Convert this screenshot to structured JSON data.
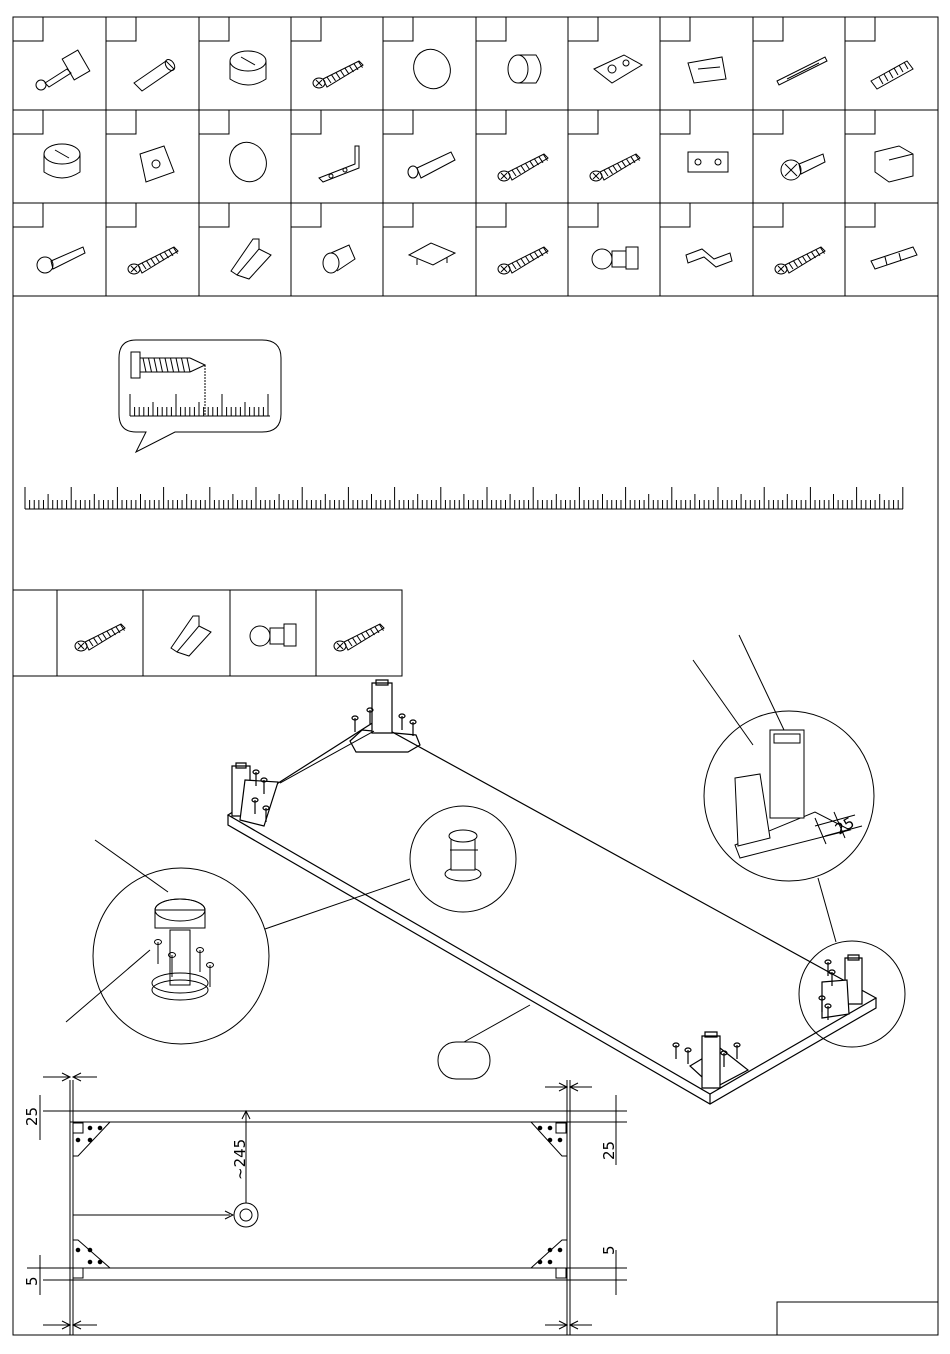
{
  "sheet": {
    "hardware_icons": [
      "cam-bolt-icon",
      "wooden-dowel-icon",
      "cam-lock-icon",
      "screw-icon",
      "round-cap-icon",
      "sleeve-icon",
      "hinge-plate-icon",
      "hinge-icon",
      "rail-icon",
      "bolt-dowel-icon",
      "cam-lock-icon",
      "corner-plate-icon",
      "round-cap-icon",
      "angle-bracket-icon",
      "wall-plug-icon",
      "flat-screw-icon",
      "long-screw-icon",
      "connector-plate-icon",
      "wide-screw-icon",
      "corner-block-icon",
      "confirmat-screw-icon",
      "screw-icon",
      "triangle-bracket-icon",
      "shelf-pin-icon",
      "clip-plate-icon",
      "screw-icon",
      "adjustable-foot-icon",
      "bent-bracket-icon",
      "flat-screw-icon",
      "shim-icon"
    ],
    "step_parts_icons": [
      "screw-icon",
      "triangle-bracket-icon",
      "adjustable-foot-icon",
      "flat-screw-icon"
    ],
    "dimensions": {
      "edge_offset_top_left": "25",
      "edge_offset_top_right": "25",
      "center_offset": "~245",
      "edge_offset_bottom_right": "5",
      "edge_offset_bottom_left": "5",
      "callout_offset": "25"
    },
    "colors": {
      "line": "#000000",
      "background": "#ffffff"
    }
  }
}
